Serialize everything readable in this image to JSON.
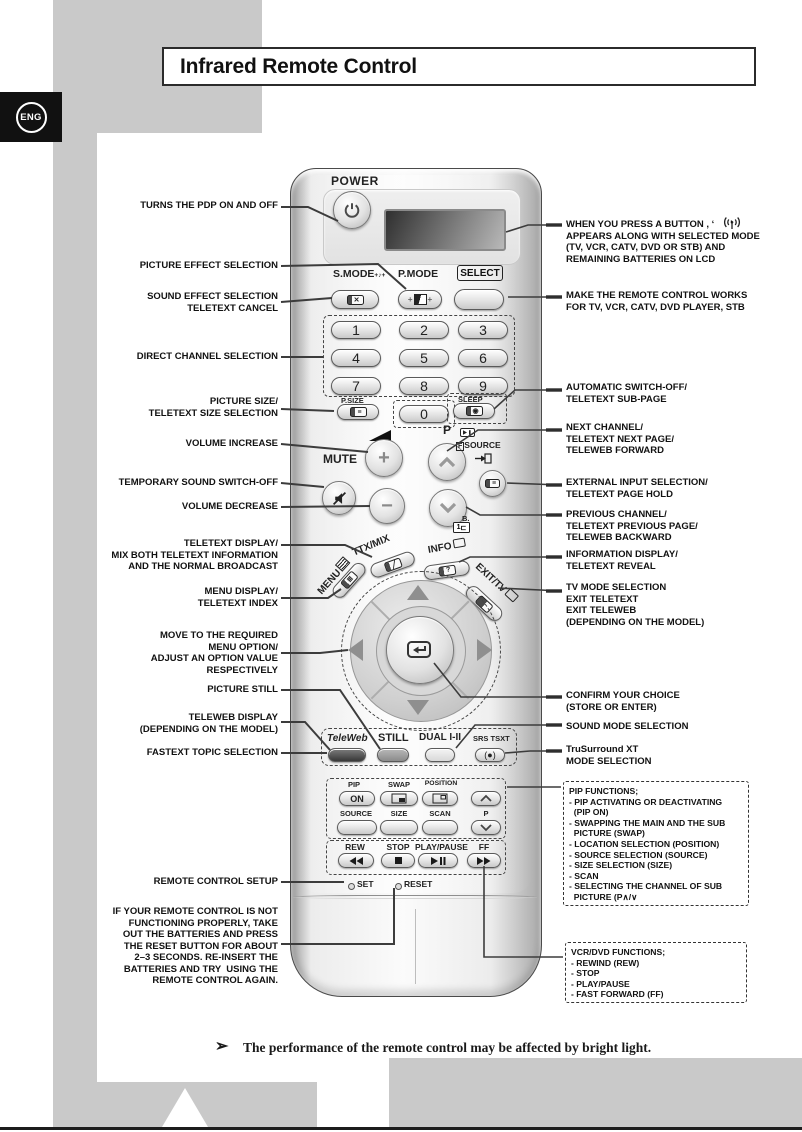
{
  "page": {
    "language_badge": "ENG",
    "title": "Infrared Remote Control",
    "footnote_bullet": "➢",
    "footnote": "The performance of the remote control may be affected by bright light."
  },
  "callouts_left": [
    {
      "text": "TURNS THE PDP ON AND OFF"
    },
    {
      "text": "PICTURE EFFECT SELECTION"
    },
    {
      "text": "SOUND EFFECT SELECTION\nTELETEXT CANCEL"
    },
    {
      "text": "DIRECT CHANNEL SELECTION"
    },
    {
      "text": "PICTURE SIZE/\nTELETEXT SIZE SELECTION"
    },
    {
      "text": "VOLUME INCREASE"
    },
    {
      "text": "TEMPORARY SOUND SWITCH-OFF"
    },
    {
      "text": "VOLUME DECREASE"
    },
    {
      "text": "TELETEXT DISPLAY/\nMIX BOTH TELETEXT INFORMATION\nAND THE NORMAL BROADCAST"
    },
    {
      "text": "MENU DISPLAY/\nTELETEXT INDEX"
    },
    {
      "text": "MOVE TO THE REQUIRED\nMENU OPTION/\nADJUST AN OPTION VALUE\nRESPECTIVELY"
    },
    {
      "text": "PICTURE STILL"
    },
    {
      "text": "TELEWEB DISPLAY\n(DEPENDING ON THE MODEL)"
    },
    {
      "text": "FASTEXT TOPIC SELECTION"
    },
    {
      "text": "REMOTE CONTROL SETUP"
    },
    {
      "text": "IF YOUR REMOTE CONTROL IS NOT\nFUNCTIONING PROPERLY, TAKE\nOUT THE BATTERIES AND PRESS\nTHE RESET BUTTON FOR ABOUT\n2–3 SECONDS. RE-INSERT THE\nBATTERIES AND TRY  USING THE\nREMOTE CONTROL AGAIN."
    }
  ],
  "callouts_right": [
    {
      "text": "WHEN YOU PRESS A BUTTON , ‘      ’\nAPPEARS ALONG WITH SELECTED MODE\n(TV, VCR, CATV, DVD OR STB) AND\nREMAINING BATTERIES ON LCD"
    },
    {
      "text": "MAKE THE REMOTE CONTROL WORKS\nFOR TV, VCR, CATV, DVD PLAYER, STB"
    },
    {
      "text": "AUTOMATIC SWITCH-OFF/\nTELETEXT SUB-PAGE"
    },
    {
      "text": "NEXT CHANNEL/\nTELETEXT NEXT PAGE/\nTELEWEB FORWARD"
    },
    {
      "text": "EXTERNAL INPUT SELECTION/\nTELETEXT PAGE HOLD"
    },
    {
      "text": "PREVIOUS CHANNEL/\nTELETEXT PREVIOUS PAGE/\nTELEWEB BACKWARD"
    },
    {
      "text": "INFORMATION DISPLAY/\nTELETEXT REVEAL"
    },
    {
      "text": "TV MODE SELECTION\nEXIT TELETEXT\nEXIT TELEWEB\n(DEPENDING ON THE MODEL)"
    },
    {
      "text": "CONFIRM YOUR CHOICE\n(STORE OR ENTER)"
    },
    {
      "text": "SOUND MODE SELECTION"
    },
    {
      "text": "TruSurround XT\nMODE SELECTION"
    }
  ],
  "pip_box": {
    "text": "PIP FUNCTIONS;\n- PIP ACTIVATING OR DEACTIVATING\n  (PIP ON)\n- SWAPPING THE MAIN AND THE SUB\n  PICTURE (SWAP)\n- LOCATION SELECTION (POSITION)\n- SOURCE SELECTION (SOURCE)\n- SIZE SELECTION (SIZE)\n- SCAN\n- SELECTING THE CHANNEL OF SUB\n  PICTURE (P∧/∨"
  },
  "vcr_box": {
    "text": "VCR/DVD FUNCTIONS;\n- REWIND (REW)\n- STOP\n- PLAY/PAUSE\n- FAST FORWARD (FF)"
  },
  "remote": {
    "power_label": "POWER",
    "smode_label": "S.MODE",
    "smode_icon": "+♪+",
    "pmode_label": "P.MODE",
    "select_label": "SELECT",
    "digits": [
      "1",
      "2",
      "3",
      "4",
      "5",
      "6",
      "7",
      "8",
      "9",
      "0"
    ],
    "psize_label": "P.SIZE",
    "sleep_label": "SLEEP",
    "mute_label": "MUTE",
    "p_label": "P",
    "fsource_prefix": "F",
    "fsource_label": "SOURCE",
    "b_label": "B.",
    "hold_label": "1",
    "ttx_label": "TTX/MIX",
    "info_label": "INFO",
    "menu_label": "MENU",
    "exit_label": "EXIT/TV",
    "teleweb_label": "TeleWeb",
    "still_label": "STILL",
    "dual_label": "DUAL I-II",
    "srs_label": "SRS TSXT",
    "srs_button_icon": "(●)",
    "pip": {
      "pip": "PIP",
      "on": "ON",
      "swap": "SWAP",
      "position": "POSITION",
      "source": "SOURCE",
      "size": "SIZE",
      "scan": "SCAN",
      "p": "P"
    },
    "vcr": {
      "rew": "REW",
      "stop": "STOP",
      "playpause": "PLAY/PAUSE",
      "ff": "FF"
    },
    "set_label": "SET",
    "reset_label": "RESET"
  },
  "icons": {
    "power": "power-arc-symbol",
    "mute": "speaker-with-slash",
    "volume": "wedge-ramp",
    "antenna": "signal-waves",
    "teletext": "page-box",
    "enter": "boxed-return-arrow",
    "navigation": "triangle-arrows",
    "transport": [
      "rewind",
      "stop",
      "play-pause",
      "fast-forward"
    ]
  }
}
